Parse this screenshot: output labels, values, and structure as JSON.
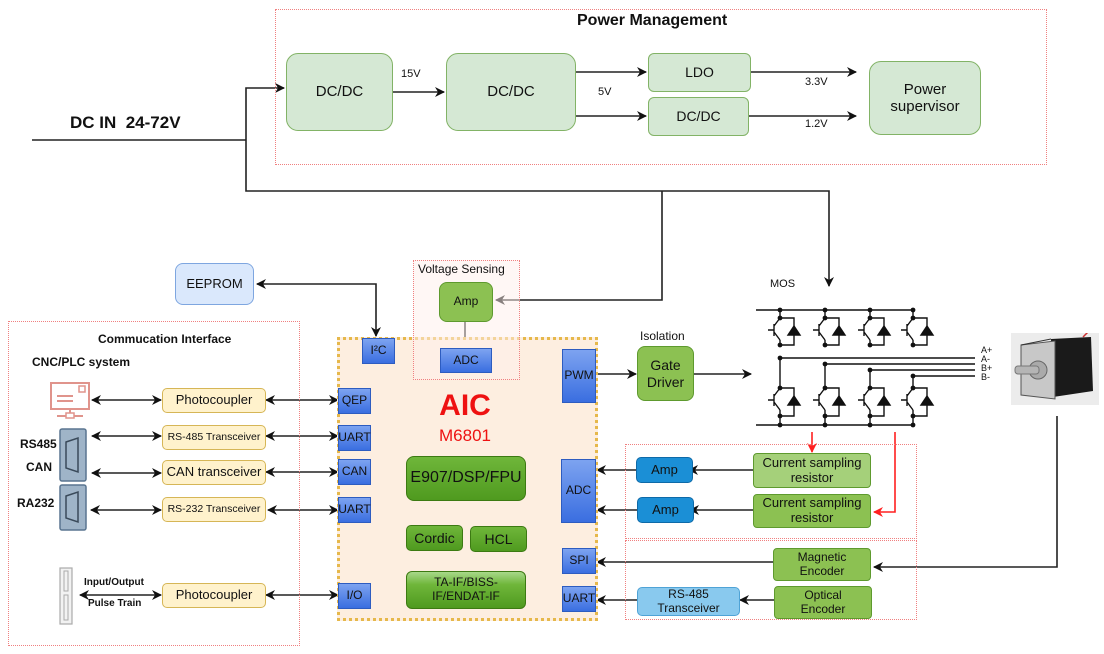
{
  "input": {
    "label": "DC IN  24-72V"
  },
  "power_management": {
    "title": "Power Management",
    "blocks": {
      "dcdc1": "DC/DC",
      "dcdc2": "DC/DC",
      "ldo": "LDO",
      "dcdc3": "DC/DC",
      "supervisor": "Power supervisor"
    },
    "rails": {
      "v15": "15V",
      "v5": "5V",
      "v33": "3.3V",
      "v12": "1.2V"
    }
  },
  "eeprom": {
    "label": "EEPROM"
  },
  "voltage_sensing": {
    "title": "Voltage Sensing",
    "amp": "Amp",
    "adc": "ADC"
  },
  "comm": {
    "title": "Commucation Interface",
    "system": "CNC/PLC system",
    "connectors": {
      "rs485": "RS485",
      "can": "CAN",
      "ra232": "RA232",
      "io_top": "Input/Output",
      "io_bottom": "Pulse Train"
    },
    "transceivers": [
      "Photocoupler",
      "RS-485 Transceiver",
      "CAN transceiver",
      "RS-232 Transceiver",
      "Photocoupler"
    ]
  },
  "aic": {
    "title": "AIC",
    "model": "M6801",
    "left_ports": [
      "QEP",
      "UART",
      "CAN",
      "UART",
      "I/O"
    ],
    "i2c": "I²C",
    "right_ports": {
      "pwm": "PWM",
      "adc": "ADC",
      "spi": "SPI",
      "uart": "UART"
    },
    "core": "E907/DSP/FPU",
    "cordic": "Cordic",
    "hcl": "HCL",
    "encoder_if": "TA-IF/BISS-IF/ENDAT-IF"
  },
  "gate": {
    "isolation": "Isolation",
    "driver": "Gate Driver"
  },
  "mos": {
    "label": "MOS",
    "phases": [
      "A+",
      "A-",
      "B+",
      "B-"
    ]
  },
  "current_sense": {
    "amps": [
      "Amp",
      "Amp"
    ],
    "resistors": [
      "Current sampling resistor",
      "Current sampling resistor"
    ]
  },
  "encoders": {
    "magnetic": "Magnetic Encoder",
    "optical": "Optical Encoder",
    "rs485": "RS-485 Transceiver"
  },
  "colors": {
    "signal_red": "#ff2020",
    "aic_red": "#ee1111",
    "pm_fill": "#d5e8d4",
    "port_blue": "#3a6ee0"
  }
}
